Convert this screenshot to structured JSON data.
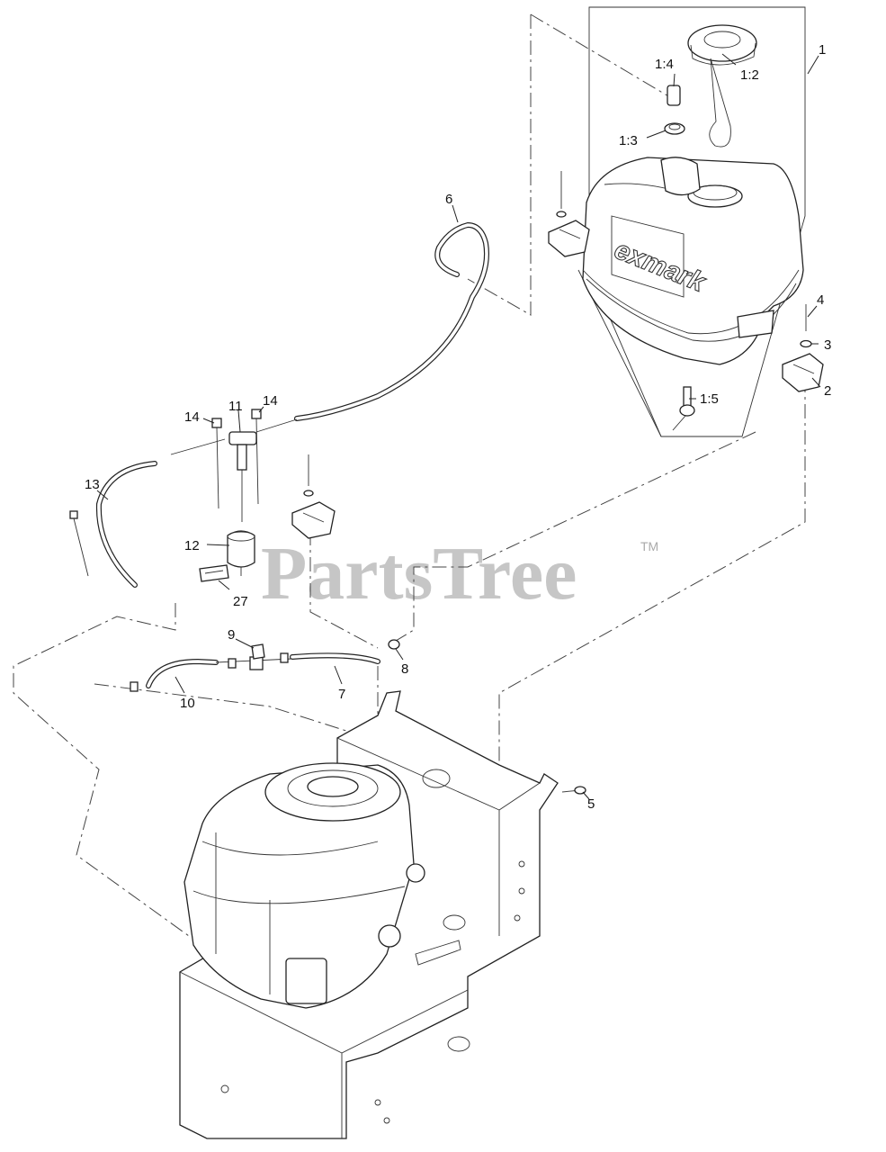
{
  "callouts": [
    {
      "id": "1",
      "label": "1"
    },
    {
      "id": "1_2",
      "label": "1:2"
    },
    {
      "id": "1_3",
      "label": "1:3"
    },
    {
      "id": "1_4",
      "label": "1:4"
    },
    {
      "id": "1_5",
      "label": "1:5"
    },
    {
      "id": "2",
      "label": "2"
    },
    {
      "id": "3",
      "label": "3"
    },
    {
      "id": "4",
      "label": "4"
    },
    {
      "id": "5",
      "label": "5"
    },
    {
      "id": "6",
      "label": "6"
    },
    {
      "id": "7",
      "label": "7"
    },
    {
      "id": "8",
      "label": "8"
    },
    {
      "id": "9",
      "label": "9"
    },
    {
      "id": "10",
      "label": "10"
    },
    {
      "id": "11",
      "label": "11"
    },
    {
      "id": "12",
      "label": "12"
    },
    {
      "id": "13",
      "label": "13"
    },
    {
      "id": "14a",
      "label": "14"
    },
    {
      "id": "14b",
      "label": "14"
    },
    {
      "id": "27",
      "label": "27"
    }
  ],
  "logo": {
    "text": "exmark"
  },
  "watermark": {
    "text": "PartsTree",
    "tm": "TM"
  },
  "icons": [
    "fuel-tank-icon",
    "fuel-cap-icon",
    "engine-icon",
    "fuel-filter-icon",
    "frame-icon"
  ]
}
